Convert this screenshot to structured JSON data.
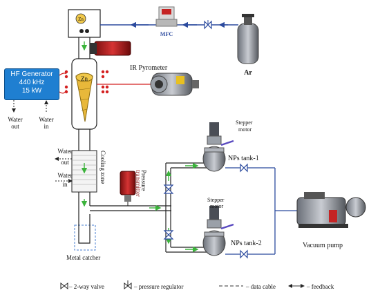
{
  "labels": {
    "zn_top": "Zn",
    "zn_crucible": "Zn",
    "mfc": "MFC",
    "ar": "Ar",
    "ir_pyrometer": "IR Pyrometer",
    "water_out_left": "Water\nout",
    "water_in_left": "Water\nin",
    "cooling_zone": "Cooling zone",
    "water_out_cool": "Water\nout",
    "water_in_cool": "Water\nin",
    "pressure_transmitter_1": "Pressure",
    "pressure_transmitter_2": "transmitter",
    "stepper_motor_1": "Stepper\nmotor",
    "stepper_motor_2": "Stepper\nmotor",
    "nps_tank_1": "NPs tank-1",
    "nps_tank_2": "NPs tank-2",
    "vacuum_pump": "Vacuum pump",
    "metal_catcher": "Metal catcher"
  },
  "hf_generator": {
    "line1": "HF Generator",
    "line2": "440 kHz",
    "line3": "15 kW"
  },
  "legend": {
    "valve": "– 2-way valve",
    "regulator": "– pressure regulator",
    "data_cable": "– data cable",
    "feedback": "– feedback"
  },
  "colors": {
    "hf_box": "#1f7fd1",
    "flow_arrow": "#3bb33b",
    "gas_line": "#2b4a9e",
    "heating_line": "#d42020",
    "crucible": "#e8b83a"
  }
}
